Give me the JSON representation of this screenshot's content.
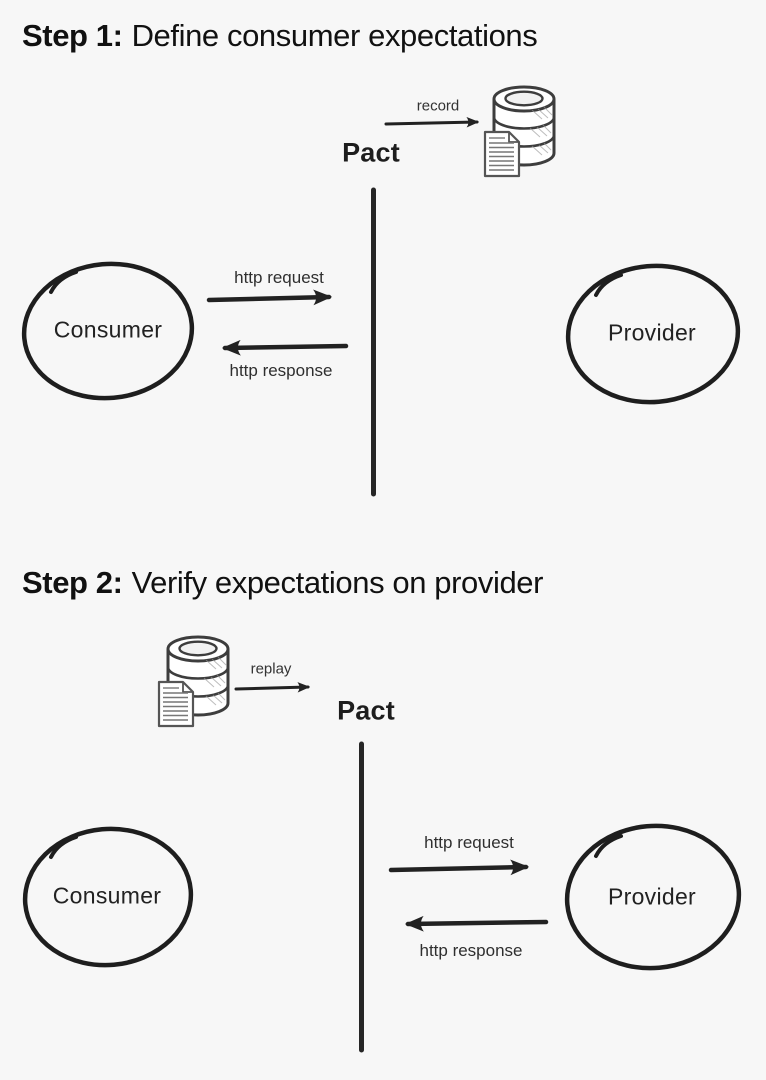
{
  "page": {
    "background_color": "#f7f7f7",
    "ink_color": "#222222"
  },
  "icons": {
    "pact_store": "database-icon",
    "contract_file": "document-icon"
  },
  "step1": {
    "title_bold": "Step 1:",
    "title_rest": "Define consumer expectations",
    "record_label": "record",
    "pact_label": "Pact",
    "consumer_label": "Consumer",
    "provider_label": "Provider",
    "http_request_label": "http request",
    "http_response_label": "http response"
  },
  "step2": {
    "title_bold": "Step 2:",
    "title_rest": "Verify expectations on provider",
    "replay_label": "replay",
    "pact_label": "Pact",
    "consumer_label": "Consumer",
    "provider_label": "Provider",
    "http_request_label": "http request",
    "http_response_label": "http response"
  }
}
